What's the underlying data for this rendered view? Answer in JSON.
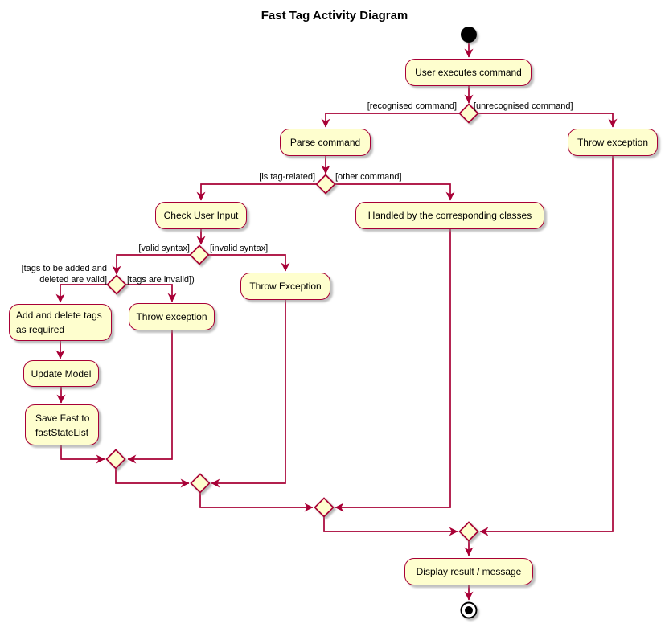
{
  "title": "Fast Tag Activity Diagram",
  "nodes": {
    "user_executes": "User executes command",
    "parse_command": "Parse command",
    "throw_exception_unrecognised": "Throw exception",
    "check_user_input": "Check User Input",
    "handled_by_classes": "Handled by the corresponding classes",
    "throw_exception_invalid_syntax": "Throw Exception",
    "add_delete_tags_line1": "Add and delete tags",
    "add_delete_tags_line2": "as required",
    "throw_exception_invalid_tags": "Throw exception",
    "update_model": "Update Model",
    "save_fast_line1": "Save Fast to",
    "save_fast_line2": "fastStateList",
    "display_result": "Display result / message"
  },
  "edge_labels": {
    "recognised_command": "[recognised command]",
    "unrecognised_command": "[unrecognised command]",
    "is_tag_related": "[is tag-related]",
    "other_command": "[other command]",
    "valid_syntax": "[valid syntax]",
    "invalid_syntax": "[invalid syntax]",
    "tags_valid_line1": "[tags to be added and",
    "tags_valid_line2": "deleted are valid]",
    "tags_invalid": "[tags are invalid])"
  },
  "colors": {
    "line": "#A80036",
    "node_fill": "#FEFECE",
    "start_end": "#000000",
    "text": "#000000"
  }
}
